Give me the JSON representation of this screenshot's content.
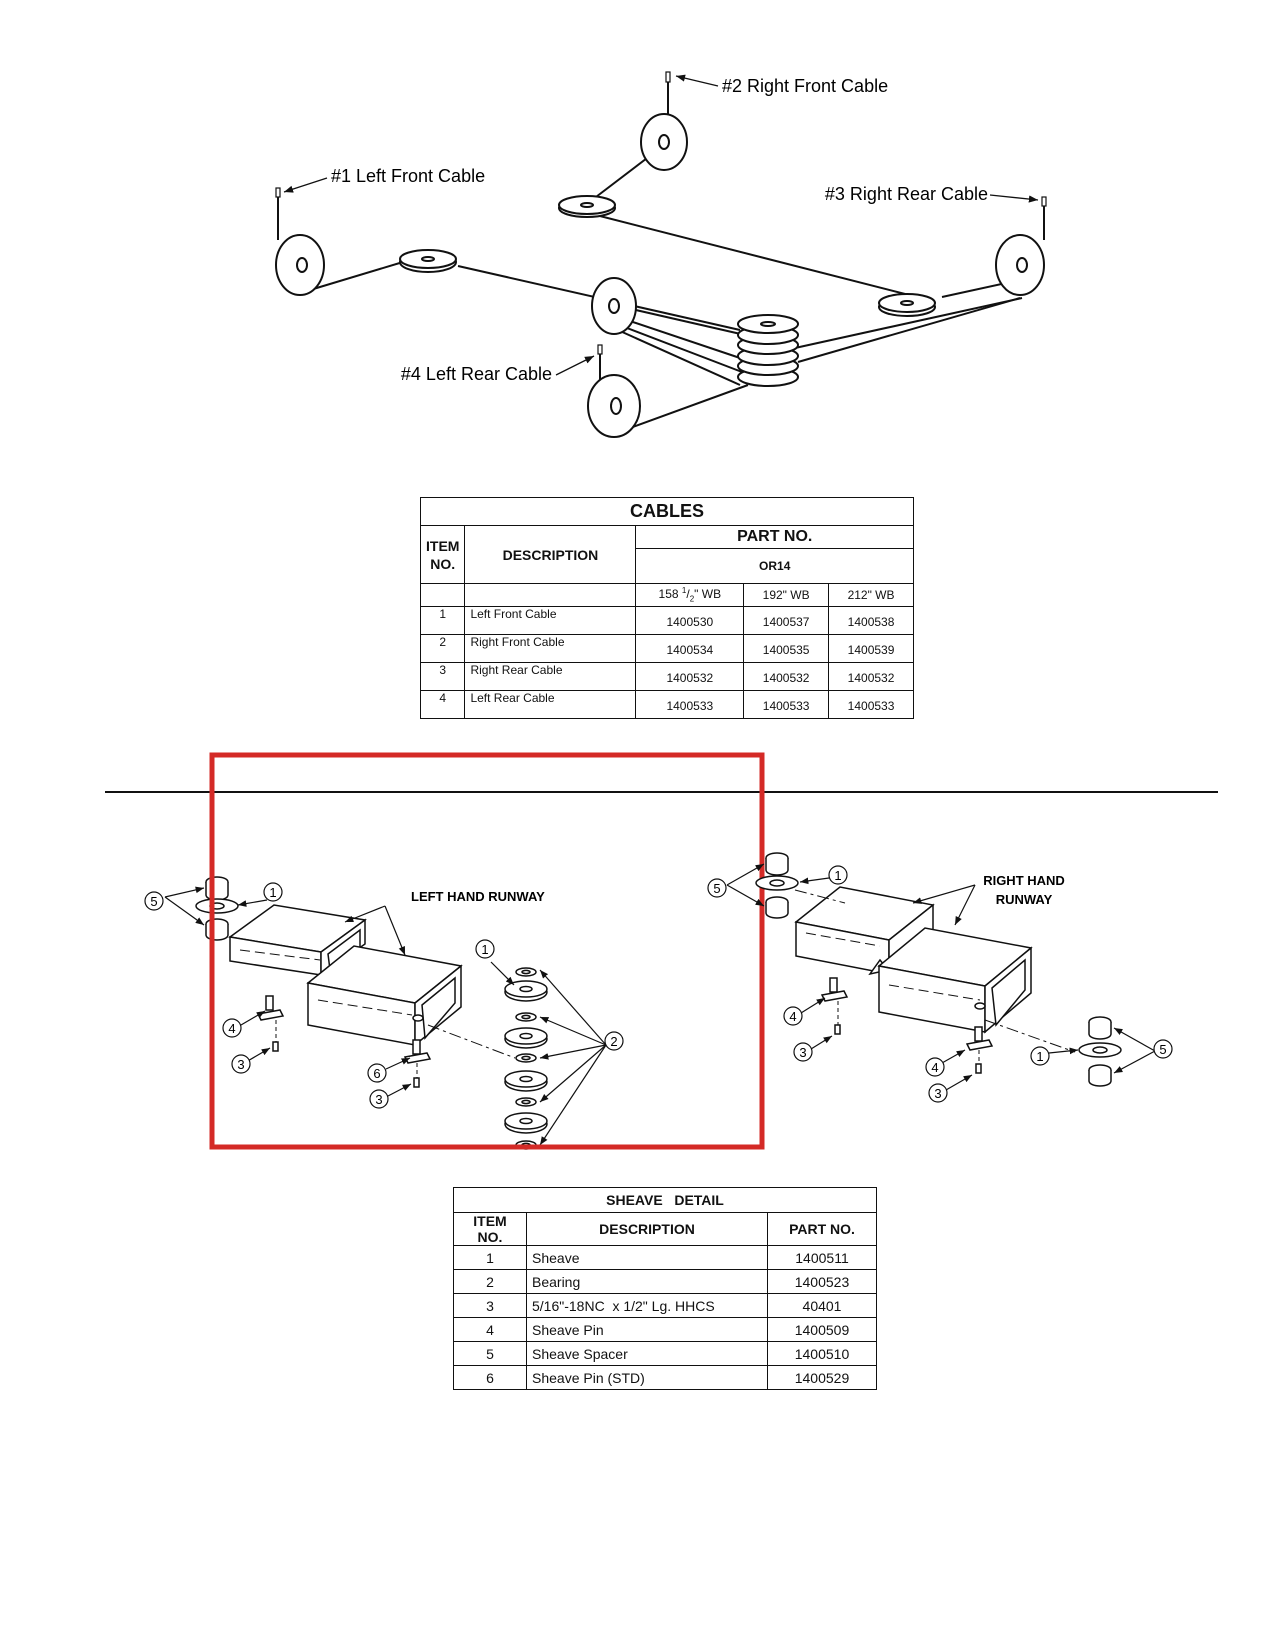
{
  "callouts": {
    "left_front_cable": "#1 Left Front Cable",
    "right_front_cable": "#2 Right Front Cable",
    "right_rear_cable": "#3 Right Rear Cable",
    "left_rear_cable": "#4 Left Rear Cable",
    "left_hand_runway": "LEFT HAND RUNWAY",
    "right_hand_runway_line1": "RIGHT HAND",
    "right_hand_runway_line2": "RUNWAY"
  },
  "balloons": {
    "one": "1",
    "two": "2",
    "three": "3",
    "four": "4",
    "five": "5",
    "six": "6"
  },
  "cables_table": {
    "title": "CABLES",
    "item_header_line1": "ITEM",
    "item_header_line2": "NO.",
    "description_header": "DESCRIPTION",
    "part_no_header": "PART NO.",
    "model": "OR14",
    "wb_158_main": "158 ",
    "wb_158_num": "1",
    "wb_158_den": "2",
    "wb_158_suffix": "\" WB",
    "wb_192": "192\" WB",
    "wb_212": "212\" WB",
    "rows": [
      {
        "item": "1",
        "description": "Left Front Cable",
        "p158": "1400530",
        "p192": "1400537",
        "p212": "1400538"
      },
      {
        "item": "2",
        "description": "Right Front Cable",
        "p158": "1400534",
        "p192": "1400535",
        "p212": "1400539"
      },
      {
        "item": "3",
        "description": "Right Rear Cable",
        "p158": "1400532",
        "p192": "1400532",
        "p212": "1400532"
      },
      {
        "item": "4",
        "description": "Left Rear Cable",
        "p158": "1400533",
        "p192": "1400533",
        "p212": "1400533"
      }
    ]
  },
  "sheave_table": {
    "title": "SHEAVE   DETAIL",
    "item_header": "ITEM NO.",
    "description_header": "DESCRIPTION",
    "part_no_header": "PART NO.",
    "rows": [
      {
        "item": "1",
        "description": "Sheave",
        "part": "1400511"
      },
      {
        "item": "2",
        "description": "Bearing",
        "part": "1400523"
      },
      {
        "item": "3",
        "description": "5/16\"-18NC  x 1/2\" Lg. HHCS",
        "part": "40401"
      },
      {
        "item": "4",
        "description": "Sheave Pin",
        "part": "1400509"
      },
      {
        "item": "5",
        "description": "Sheave Spacer",
        "part": "1400510"
      },
      {
        "item": "6",
        "description": "Sheave Pin (STD)",
        "part": "1400529"
      }
    ]
  },
  "colors": {
    "line": "#111111",
    "highlight": "#d42a26"
  }
}
